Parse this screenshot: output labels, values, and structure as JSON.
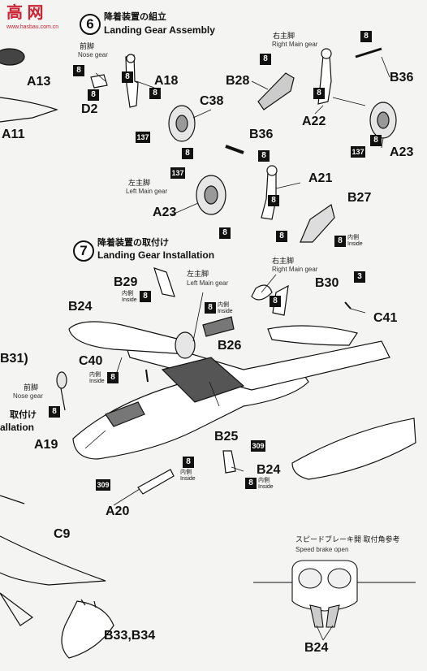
{
  "logo": {
    "main": "高 网",
    "url": "www.hasbau.com.cn"
  },
  "step6": {
    "number": "6",
    "title_jp": "降着装置の組立",
    "title_en": "Landing Gear Assembly",
    "nose_gear_jp": "前脚",
    "nose_gear_en": "Nose gear",
    "right_main_jp": "右主脚",
    "right_main_en": "Right Main gear",
    "left_main_jp": "左主脚",
    "left_main_en": "Left Main gear",
    "inside_jp": "内側",
    "inside_en": "Inside"
  },
  "step7": {
    "number": "7",
    "title_jp": "降着装置の取付け",
    "title_en": "Landing Gear Installation",
    "left_main_jp": "左主脚",
    "left_main_en": "Left Main gear",
    "right_main_jp": "右主脚",
    "right_main_en": "Right Main gear",
    "nose_gear_jp": "前脚",
    "nose_gear_en": "Nose gear",
    "inside_jp": "内側",
    "inside_en": "Inside"
  },
  "left_edge": {
    "b31": "B31)",
    "toritsuke": "取付け",
    "installation": "allation"
  },
  "speed_brake": {
    "jp": "スピードブレーキ開 取付角参考",
    "en": "Speed brake open"
  },
  "parts": {
    "A13": "A13",
    "A11": "A11",
    "D2": "D2",
    "A18": "A18",
    "C38": "C38",
    "B28": "B28",
    "B36a": "B36",
    "A22": "A22",
    "A23a": "A23",
    "B36b": "B36",
    "A21": "A21",
    "B27": "B27",
    "A23b": "A23",
    "B29": "B29",
    "B30": "B30",
    "C41": "C41",
    "B24a": "B24",
    "C40": "C40",
    "B26": "B26",
    "A19": "A19",
    "B25": "B25",
    "B24b": "B24",
    "A20": "A20",
    "C9": "C9",
    "B33": "B33,B34",
    "B24c": "B24"
  },
  "codes": {
    "c8": "8",
    "c3": "3",
    "c137": "137",
    "c309": "309"
  }
}
